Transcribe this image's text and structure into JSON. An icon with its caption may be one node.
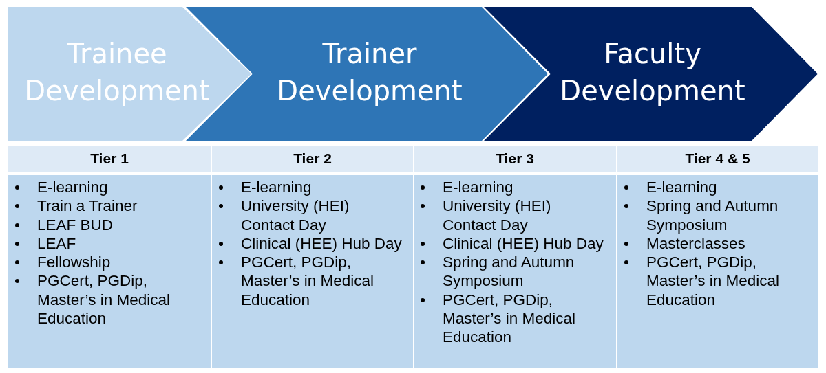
{
  "diagram": {
    "nodes": [
      {
        "text": [
          "Trainee Development"
        ]
      },
      {
        "text": [
          "Trainer Development"
        ]
      },
      {
        "text": [
          "Faculty Development"
        ]
      }
    ],
    "labels": [
      "Tier 1",
      "Tier 2",
      "Tier 3",
      "Tier 4 & 5",
      "E-learning",
      "Train a Trainer",
      "LEAF BUD",
      "LEAF",
      "Fellowship",
      "PGCert, PGDip, Master’s in Medical Education",
      "E-learning",
      "University (HEI) Contact Day",
      "Clinical (HEE) Hub Day",
      "PGCert, PGDip, Master’s in Medical Education",
      "E-learning",
      "University (HEI) Contact Day",
      "Clinical (HEE) Hub Day",
      "Spring and Autumn Symposium",
      "PGCert, PGDip, Master’s in Medical Education",
      "E-learning",
      "Spring and Autumn Symposium",
      "Masterclasses",
      "PGCert, PGDip, Master’s in Medical Education"
    ]
  }
}
